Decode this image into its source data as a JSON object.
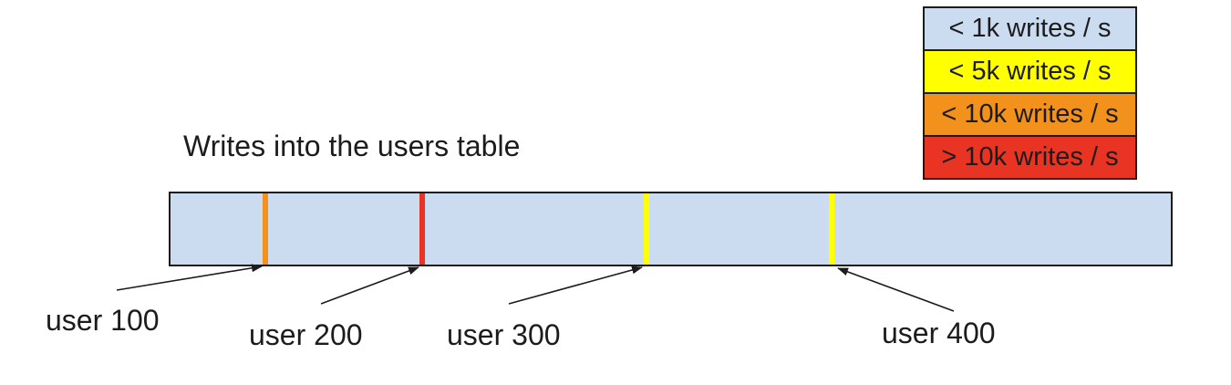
{
  "title": "Writes into the users table",
  "legend": {
    "items": [
      {
        "label": "< 1k writes / s",
        "color": "#CCDCF0"
      },
      {
        "label": "< 5k writes / s",
        "color": "#FFFF00"
      },
      {
        "label": "< 10k writes / s",
        "color": "#F2921D"
      },
      {
        "label": "> 10k writes / s",
        "color": "#E93323"
      }
    ]
  },
  "bar": {
    "fill": "#CCDCF0",
    "border_color": "#1c1c1c"
  },
  "markers": [
    {
      "label": "user 100",
      "color": "#F2921D",
      "legend_category": "< 10k writes / s",
      "position_pct": 9.5
    },
    {
      "label": "user 200",
      "color": "#E93323",
      "legend_category": "> 10k writes / s",
      "position_pct": 25.2
    },
    {
      "label": "user 300",
      "color": "#FFFF00",
      "legend_category": "< 5k writes / s",
      "position_pct": 47.6
    },
    {
      "label": "user 400",
      "color": "#FFFF00",
      "legend_category": "< 5k writes / s",
      "position_pct": 66.1
    }
  ]
}
